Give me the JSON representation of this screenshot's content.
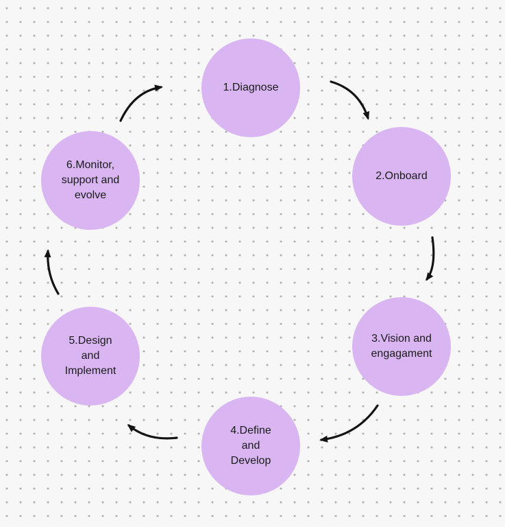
{
  "canvas": {
    "background_color": "#f7f7f7",
    "dot_color": "#aeaeae"
  },
  "diagram": {
    "type": "cycle",
    "node_fill": "#d9b6f2",
    "node_text_color": "#1a1a1a",
    "arrow_color": "#141414",
    "nodes": [
      {
        "id": "1",
        "label": "1.Diagnose",
        "position": "top"
      },
      {
        "id": "2",
        "label": "2.Onboard",
        "position": "top-right"
      },
      {
        "id": "3",
        "label": "3.Vision and\nengagament",
        "position": "bottom-right"
      },
      {
        "id": "4",
        "label": "4.Define\nand\nDevelop",
        "position": "bottom"
      },
      {
        "id": "5",
        "label": "5.Design\nand\nImplement",
        "position": "bottom-left"
      },
      {
        "id": "6",
        "label": "6.Monitor,\nsupport and\nevolve",
        "position": "top-left"
      }
    ],
    "flow_direction": "clockwise",
    "connections": [
      {
        "from": "1",
        "to": "2"
      },
      {
        "from": "2",
        "to": "3"
      },
      {
        "from": "3",
        "to": "4"
      },
      {
        "from": "4",
        "to": "5"
      },
      {
        "from": "5",
        "to": "6"
      },
      {
        "from": "6",
        "to": "1"
      }
    ]
  }
}
